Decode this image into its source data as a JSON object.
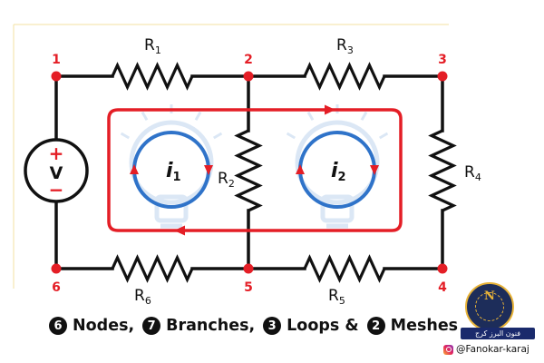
{
  "nodes": [
    {
      "id": "1",
      "label": "1"
    },
    {
      "id": "2",
      "label": "2"
    },
    {
      "id": "3",
      "label": "3"
    },
    {
      "id": "4",
      "label": "4"
    },
    {
      "id": "5",
      "label": "5"
    },
    {
      "id": "6",
      "label": "6"
    }
  ],
  "components": {
    "r1": {
      "main": "R",
      "sub": "1"
    },
    "r2": {
      "main": "R",
      "sub": "2"
    },
    "r3": {
      "main": "R",
      "sub": "3"
    },
    "r4": {
      "main": "R",
      "sub": "4"
    },
    "r5": {
      "main": "R",
      "sub": "5"
    },
    "r6": {
      "main": "R",
      "sub": "6"
    },
    "source": {
      "label": "V",
      "plus": "+",
      "minus": "−"
    }
  },
  "currents": {
    "i1": {
      "main": "i",
      "sub": "1"
    },
    "i2": {
      "main": "i",
      "sub": "2"
    }
  },
  "summary": {
    "nodes_count": "6",
    "nodes_label": "Nodes,",
    "branches_count": "7",
    "branches_label": "Branches,",
    "loops_count": "3",
    "loops_label": "Loops &",
    "meshes_count": "2",
    "meshes_label": "Meshes"
  },
  "brand": {
    "logo_letter": "N",
    "persian_name": "فنون البرز کرج",
    "handle": "@Fanokar-karaj"
  },
  "colors": {
    "wire": "#111111",
    "node": "#e41e26",
    "outer_loop": "#e41e26",
    "mesh": "#2f73c9",
    "watermark": "#dbe7f5",
    "guide_line": "#f3e2a0"
  }
}
